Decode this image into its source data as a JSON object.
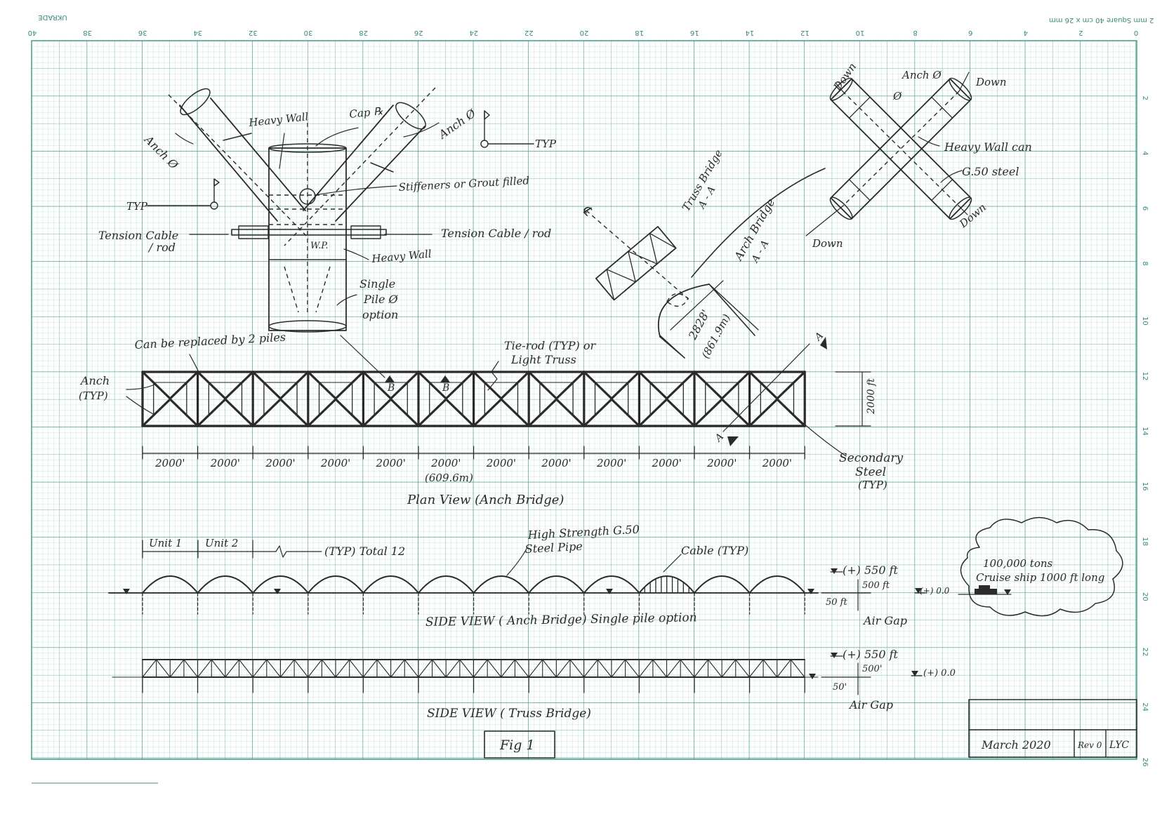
{
  "sheet": {
    "paper_spec": "2 mm Square 40 cm x 26 mm",
    "brand": "UKRADE",
    "ruler_top": [
      "0",
      "2",
      "4",
      "6",
      "8",
      "10",
      "12",
      "14",
      "16",
      "18",
      "20",
      "22",
      "24",
      "26",
      "28",
      "30",
      "32",
      "34",
      "36",
      "38",
      "40"
    ],
    "ruler_right": [
      "2",
      "4",
      "6",
      "8",
      "10",
      "12",
      "14",
      "16",
      "18",
      "20",
      "22",
      "24",
      "26"
    ],
    "grid_color": "#2f9a80",
    "ink_color": "#2b2b2b"
  },
  "joint_detail": {
    "heavy_wall": "Heavy Wall",
    "cap_pl": "Cap ℞",
    "arch_left": "Anch Ø",
    "arch_right": "Anch Ø",
    "typ_right": "TYP",
    "typ_left": "TYP",
    "stiffeners": "Stiffeners or Grout filled",
    "tension_left_1": "Tension Cable",
    "tension_left_2": "/ rod",
    "tension_right": "Tension Cable / rod",
    "wp": "W.P.",
    "heavy_wall_lower": "Heavy Wall",
    "single_pile_1": "Single",
    "single_pile_2": "Pile Ø",
    "single_pile_3": "option"
  },
  "section_detail": {
    "truss_label_1": "Truss Bridge",
    "truss_label_2": "A - A",
    "arch_label_1": "Arch Bridge",
    "arch_label_2": "A - A",
    "dim_ft": "2828'",
    "dim_m": "(861.9m)",
    "cl": "℄"
  },
  "cross_detail": {
    "down_tl": "Down",
    "arch": "Anch Ø",
    "down_tr": "Down",
    "heavy_wall_can": "Heavy Wall can",
    "steel": "G.50 steel",
    "down_br": "Down",
    "down_bl": "Down",
    "phi": "Ø"
  },
  "plan_view": {
    "replace_note": "Can be replaced by 2 piles",
    "arch_typ_1": "Anch",
    "arch_typ_2": "(TYP)",
    "tie_rod_1": "Tie-rod (TYP) or",
    "tie_rod_2": "Light Truss",
    "section_b": "B",
    "section_a": "A",
    "width_dim": "2000 ft",
    "spans": [
      "2000'",
      "2000'",
      "2000'",
      "2000'",
      "2000'",
      "2000'",
      "2000'",
      "2000'",
      "2000'",
      "2000'",
      "2000'",
      "2000'"
    ],
    "metric": "(609.6m)",
    "secondary_1": "Secondary",
    "secondary_2": "Steel",
    "secondary_3": "(TYP)",
    "caption": "Plan View (Anch Bridge)"
  },
  "side_arch": {
    "unit1": "Unit 1",
    "unit2": "Unit 2",
    "typ_total": "(TYP) Total 12",
    "pipe_1": "High Strength G.50",
    "pipe_2": "Steel Pipe",
    "cable": "Cable (TYP)",
    "elev_top": "(+) 550 ft",
    "clear": "500 ft",
    "elev_water": "(+) 0.0",
    "depth": "50 ft",
    "air_gap": "Air Gap",
    "caption": "SIDE VIEW ( Anch Bridge) Single pile option"
  },
  "ship_note": {
    "line1": "100,000 tons",
    "line2": "Cruise ship 1000 ft long"
  },
  "side_truss": {
    "elev_top": "(+) 550 ft",
    "clear": "500'",
    "elev_water": "(+) 0.0",
    "depth": "50'",
    "air_gap": "Air Gap",
    "caption": "SIDE VIEW ( Truss Bridge)"
  },
  "figure_label": "Fig 1",
  "title_block": {
    "date": "March 2020",
    "rev": "Rev 0",
    "initials": "LYC"
  }
}
